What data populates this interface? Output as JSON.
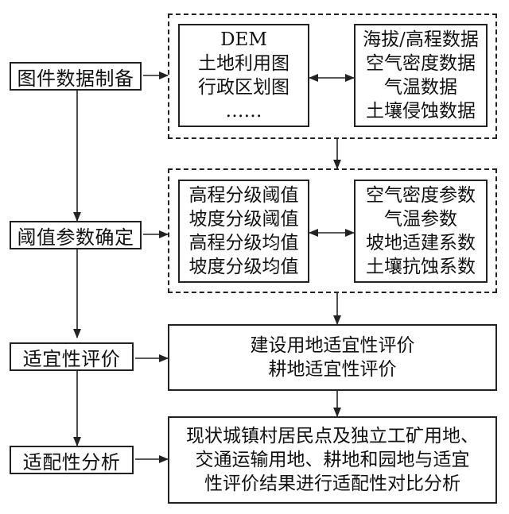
{
  "stages": [
    {
      "label": "图件数据制备"
    },
    {
      "label": "阈值参数确定"
    },
    {
      "label": "适宜性评价"
    },
    {
      "label": "适配性分析"
    }
  ],
  "data_group": {
    "left_items": [
      "DEM",
      "土地利用图",
      "行政区划图",
      "……"
    ],
    "right_items": [
      "海拔/高程数据",
      "空气密度数据",
      "气温数据",
      "土壤侵蚀数据"
    ]
  },
  "threshold_group": {
    "left_items": [
      "高程分级阈值",
      "坡度分级阈值",
      "高程分级均值",
      "坡度分级均值"
    ],
    "right_items": [
      "空气密度参数",
      "气温参数",
      "坡地适建系数",
      "土壤抗蚀系数"
    ]
  },
  "evaluation": {
    "items": [
      "建设用地适宜性评价",
      "耕地适宜性评价"
    ]
  },
  "analysis": {
    "items": [
      "现状城镇村居民点及独立工矿用地、",
      "交通运输用地、耕地和园地与适宜",
      "性评价结果进行适配性对比分析"
    ]
  }
}
